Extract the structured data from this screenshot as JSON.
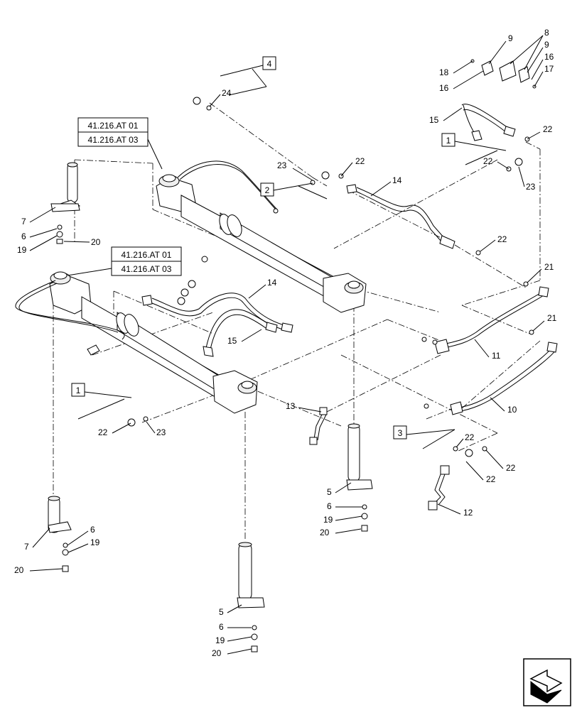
{
  "references": {
    "ref_top_a": "41.216.AT 01",
    "ref_top_b": "41.216.AT 03",
    "ref_mid_a": "41.216.AT 01",
    "ref_mid_b": "41.216.AT 03"
  },
  "boxes": {
    "box_4": "4",
    "box_2": "2",
    "box_1_top": "1",
    "box_1_left": "1",
    "box_3": "3"
  },
  "labels": {
    "l_24": "24",
    "l_18": "18",
    "l_16a": "16",
    "l_9a": "9",
    "l_8": "8",
    "l_9b": "9",
    "l_16b": "16",
    "l_17": "17",
    "l_15a": "15",
    "l_22a": "22",
    "l_22b": "22",
    "l_23a": "23",
    "l_22c": "22",
    "l_14a": "14",
    "l_23b": "23",
    "l_7a": "7",
    "l_6a": "6",
    "l_19a": "19",
    "l_20a": "20",
    "l_22d": "22",
    "l_21a": "21",
    "l_14b": "14",
    "l_15b": "15",
    "l_21b": "21",
    "l_11": "11",
    "l_10": "10",
    "l_13": "13",
    "l_22e": "22",
    "l_23c": "23",
    "l_22f": "22",
    "l_22g": "22",
    "l_22h": "22",
    "l_12": "12",
    "l_5a": "5",
    "l_6b": "6",
    "l_19b": "19",
    "l_20b": "20",
    "l_7b": "7",
    "l_6c": "6",
    "l_19c": "19",
    "l_20c": "20",
    "l_5b": "5",
    "l_6d": "6",
    "l_19d": "19",
    "l_20d": "20"
  }
}
